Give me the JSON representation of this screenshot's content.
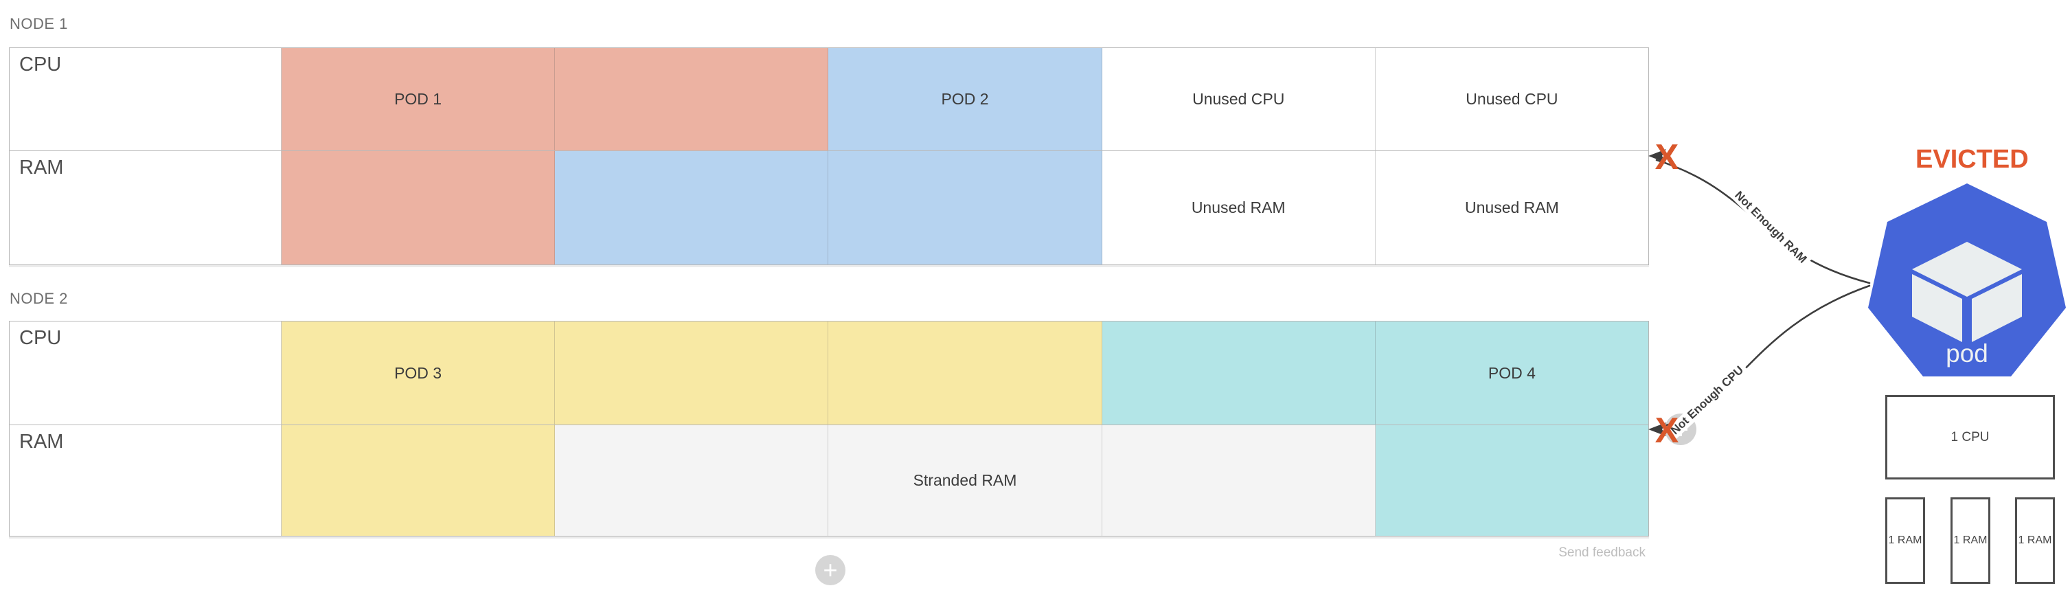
{
  "nodes": [
    {
      "label": "NODE 1",
      "rows": [
        {
          "label": "CPU",
          "units": [
            {
              "color_key": "pod1",
              "label": "POD 1"
            },
            {
              "color_key": "pod1",
              "label": ""
            },
            {
              "color_key": "pod2",
              "label": "POD 2"
            },
            {
              "color_key": "none",
              "label": "Unused CPU"
            },
            {
              "color_key": "none",
              "label": "Unused CPU"
            }
          ]
        },
        {
          "label": "RAM",
          "units": [
            {
              "color_key": "pod1",
              "label": ""
            },
            {
              "color_key": "pod2",
              "label": ""
            },
            {
              "color_key": "pod2",
              "label": ""
            },
            {
              "color_key": "none",
              "label": "Unused RAM"
            },
            {
              "color_key": "none",
              "label": "Unused RAM"
            }
          ]
        }
      ]
    },
    {
      "label": "NODE 2",
      "rows": [
        {
          "label": "CPU",
          "units": [
            {
              "color_key": "pod3",
              "label": "POD 3"
            },
            {
              "color_key": "pod3",
              "label": ""
            },
            {
              "color_key": "pod3",
              "label": ""
            },
            {
              "color_key": "pod4",
              "label": ""
            },
            {
              "color_key": "pod4",
              "label": "POD 4"
            }
          ]
        },
        {
          "label": "RAM",
          "units": [
            {
              "color_key": "pod3",
              "label": ""
            },
            {
              "color_key": "stranded",
              "label": ""
            },
            {
              "color_key": "stranded",
              "label": "Stranded RAM"
            },
            {
              "color_key": "stranded",
              "label": ""
            },
            {
              "color_key": "pod4",
              "label": ""
            }
          ]
        }
      ]
    }
  ],
  "colors": {
    "pod1": "#ecb2a2",
    "pod2": "#b6d3f0",
    "pod3": "#f8e9a4",
    "pod4": "#b3e5e7",
    "stranded": "#f4f4f4",
    "none": "#ffffff",
    "evicted_text": "#e2582f",
    "x_mark": "#d9572b",
    "pod_heptagon": "#4565d8",
    "cube_face": "#eaeeef",
    "arrow": "#3d3d3d"
  },
  "annotations": {
    "not_enough_ram": "Not Enough RAM",
    "not_enough_cpu": "Not Enough CPU",
    "x_mark": "X"
  },
  "evicted": {
    "title": "EVICTED",
    "pod_label": "pod",
    "cpu_request": "1 CPU",
    "ram_requests": [
      "1 RAM",
      "1 RAM",
      "1 RAM"
    ]
  },
  "footer": {
    "send_feedback": "Send feedback",
    "add_button_label": "+"
  }
}
